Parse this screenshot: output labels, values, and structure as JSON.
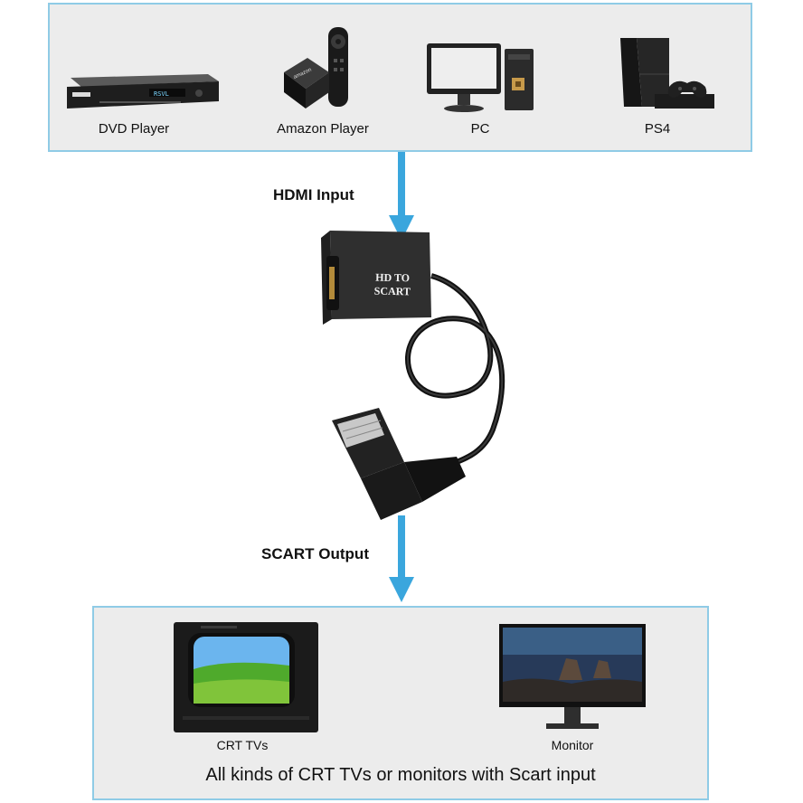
{
  "sources": [
    {
      "label": "DVD Player",
      "icon": "dvd-player-icon"
    },
    {
      "label": "Amazon Player",
      "icon": "amazon-fire-tv-icon"
    },
    {
      "label": "PC",
      "icon": "desktop-pc-icon"
    },
    {
      "label": "PS4",
      "icon": "ps4-console-icon"
    }
  ],
  "dvd_display": "RSVL",
  "amazon_logo": "amazon",
  "flow": {
    "input_label": "HDMI Input",
    "output_label": "SCART Output"
  },
  "adapter": {
    "label": "HD TO SCART"
  },
  "outputs": [
    {
      "label": "CRT TVs",
      "icon": "crt-tv-icon"
    },
    {
      "label": "Monitor",
      "icon": "flat-monitor-icon"
    }
  ],
  "footer": "All kinds of CRT TVs or monitors with Scart input",
  "colors": {
    "arrow": "#3aa6dd",
    "panel_border": "#8fcbe6",
    "panel_bg": "#ececec"
  }
}
